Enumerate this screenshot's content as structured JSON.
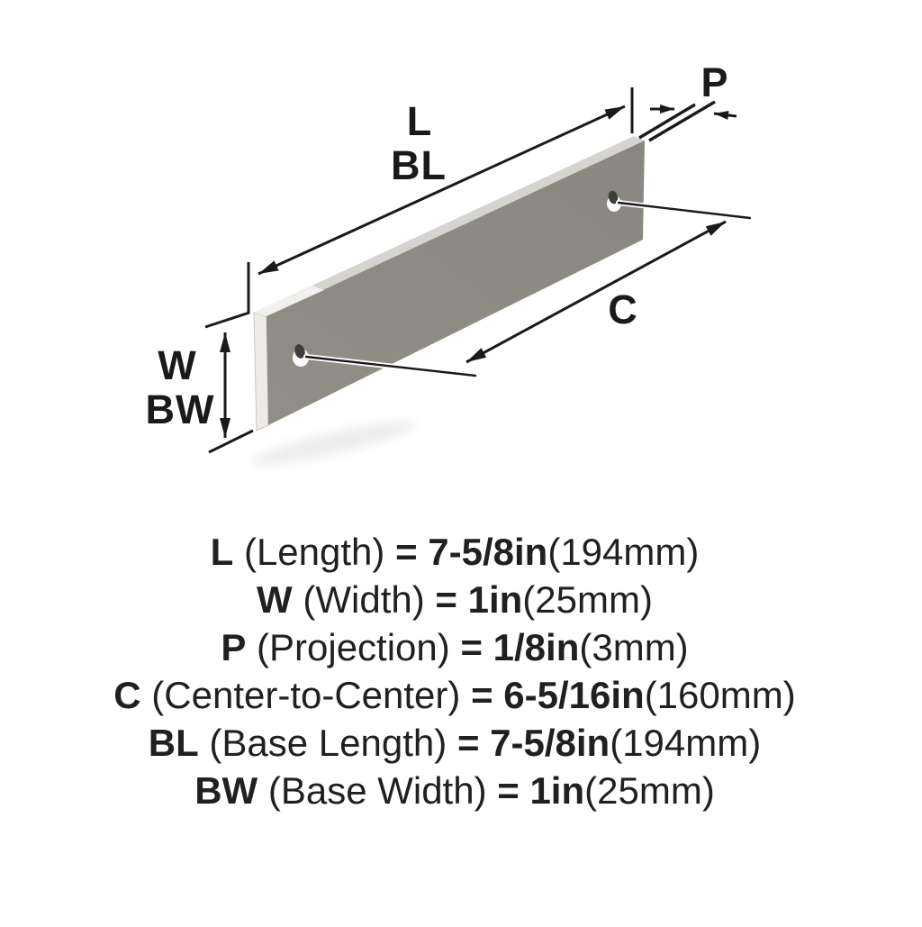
{
  "diagram": {
    "labels": {
      "length": "L",
      "base_length": "BL",
      "projection": "P",
      "center_to_center": "C",
      "width": "W",
      "base_width": "BW"
    },
    "description": "isometric-bar-pull-with-two-mounting-holes"
  },
  "spec_lines": [
    {
      "symbol": "L",
      "name": "(Length)",
      "equals": "=",
      "value": "7-5/8in",
      "metric": "(194mm)"
    },
    {
      "symbol": "W",
      "name": "(Width)",
      "equals": "=",
      "value": "1in",
      "metric": "(25mm)"
    },
    {
      "symbol": "P",
      "name": "(Projection)",
      "equals": "=",
      "value": "1/8in",
      "metric": "(3mm)"
    },
    {
      "symbol": "C",
      "name": "(Center-to-Center)",
      "equals": "=",
      "value": "6-5/16in",
      "metric": "(160mm)"
    },
    {
      "symbol": "BL",
      "name": "(Base Length)",
      "equals": "=",
      "value": "7-5/8in",
      "metric": "(194mm)"
    },
    {
      "symbol": "BW",
      "name": "(Base Width)",
      "equals": "=",
      "value": "1in",
      "metric": "(25mm)"
    }
  ],
  "colors": {
    "line": "#1a1a1a",
    "text": "#221f1f",
    "bar-face": "#918e88",
    "bar-face-dark": "#8a8781",
    "bar-top": "#d6d4d0",
    "bar-end": "#edebe7",
    "hole-dark": "#3f3d3a",
    "bg": "#ffffff"
  }
}
